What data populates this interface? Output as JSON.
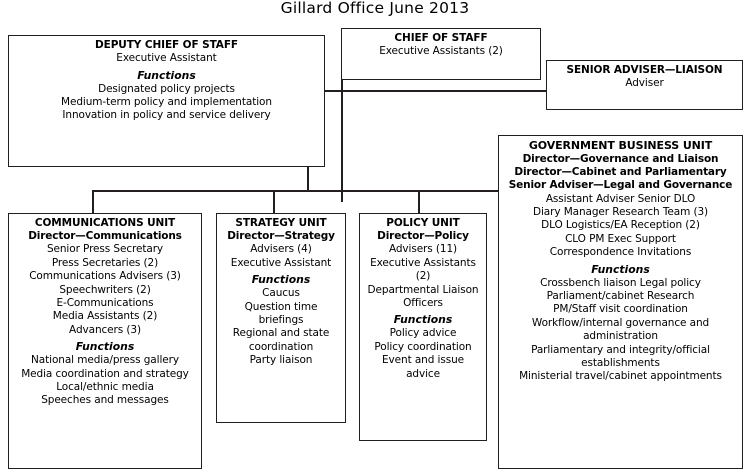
{
  "title": "Gillard Office June 2013",
  "nodes": {
    "chief_of_staff": {
      "header": "CHIEF OF STAFF",
      "lines": [
        "Executive Assistants (2)"
      ]
    },
    "deputy_chief_of_staff": {
      "header": "DEPUTY CHIEF OF STAFF",
      "lines": [
        "Executive Assistant"
      ],
      "functions_label": "Functions",
      "functions": [
        "Designated policy projects",
        "Medium-term policy and implementation",
        "Innovation in policy and service delivery"
      ]
    },
    "senior_adviser_liaison": {
      "header": "SENIOR ADVISER—LIAISON",
      "lines": [
        "Adviser"
      ]
    },
    "communications_unit": {
      "header": "COMMUNICATIONS UNIT",
      "subheader": "Director—Communications",
      "lines": [
        "Senior Press Secretary",
        "Press Secretaries (2)",
        "Communications Advisers (3)",
        "Speechwriters (2)",
        "E-Communications",
        "Media Assistants (2)",
        "Advancers (3)"
      ],
      "functions_label": "Functions",
      "functions": [
        "National media/press gallery",
        "Media coordination and strategy",
        "Local/ethnic media",
        "Speeches and messages"
      ]
    },
    "strategy_unit": {
      "header": "STRATEGY UNIT",
      "subheader": "Director—Strategy",
      "lines": [
        "Advisers (4)",
        "Executive Assistant"
      ],
      "functions_label": "Functions",
      "functions": [
        "Caucus",
        "Question time briefings",
        "Regional and state coordination",
        "Party liaison"
      ]
    },
    "policy_unit": {
      "header": "POLICY UNIT",
      "subheader": "Director—Policy",
      "lines": [
        "Advisers (11)",
        "Executive Assistants (2)",
        "Departmental Liaison Officers"
      ],
      "functions_label": "Functions",
      "functions": [
        "Policy advice",
        "Policy coordination",
        "Event and issue advice"
      ]
    },
    "government_business_unit": {
      "header": "GOVERNMENT BUSINESS UNIT",
      "subheaders": [
        "Director—Governance and Liaison",
        "Director—Cabinet and Parliamentary",
        "Senior Adviser—Legal and Governance"
      ],
      "lines": [
        "Assistant Adviser   Senior DLO",
        "Diary Manager   Research Team (3)",
        "DLO   Logistics/EA      Reception (2)",
        "CLO    PM Exec Support",
        "Correspondence   Invitations"
      ],
      "functions_label": "Functions",
      "functions": [
        "Crossbench liaison      Legal policy",
        "Parliament/cabinet      Research",
        "PM/Staff visit coordination",
        "Workflow/internal governance and administration",
        "Parliamentary and integrity/official establishments",
        "Ministerial travel/cabinet appointments"
      ]
    }
  },
  "colors": {
    "border": "#231f20",
    "text": "#000000",
    "background": "#ffffff"
  }
}
